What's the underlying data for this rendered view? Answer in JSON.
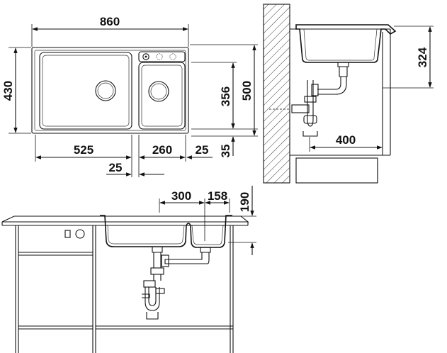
{
  "top_view": {
    "width_total": "860",
    "depth_total": "430",
    "bowl_large_width": "525",
    "bowl_small_width": "260",
    "offset_a": "25",
    "offset_b": "25",
    "inner_depth": "356",
    "cabinet_depth": "500",
    "front_offset": "35"
  },
  "side_view": {
    "bowl_depth": "324",
    "waste_distance": "400"
  },
  "front_view": {
    "spacing_a": "300",
    "spacing_b": "158",
    "height": "190"
  }
}
